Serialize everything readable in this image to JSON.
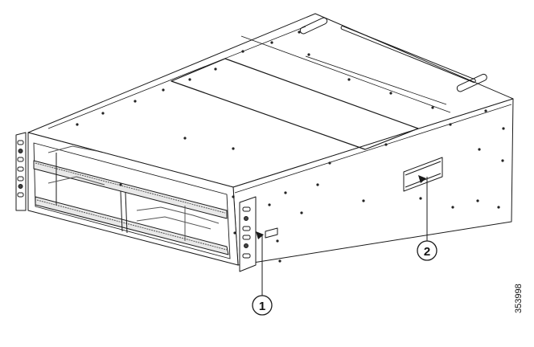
{
  "figure": {
    "subject": "Chassis with front rack-mount bracket and side rail bracket (isometric line drawing)",
    "figure_id": "353998"
  },
  "callouts": [
    {
      "number": "1",
      "target": "front rack-mount bracket"
    },
    {
      "number": "2",
      "target": "side chassis rail bracket"
    }
  ],
  "colors": {
    "line": "#1a1a1a",
    "fill": "#ffffff",
    "detail": "#555555"
  }
}
